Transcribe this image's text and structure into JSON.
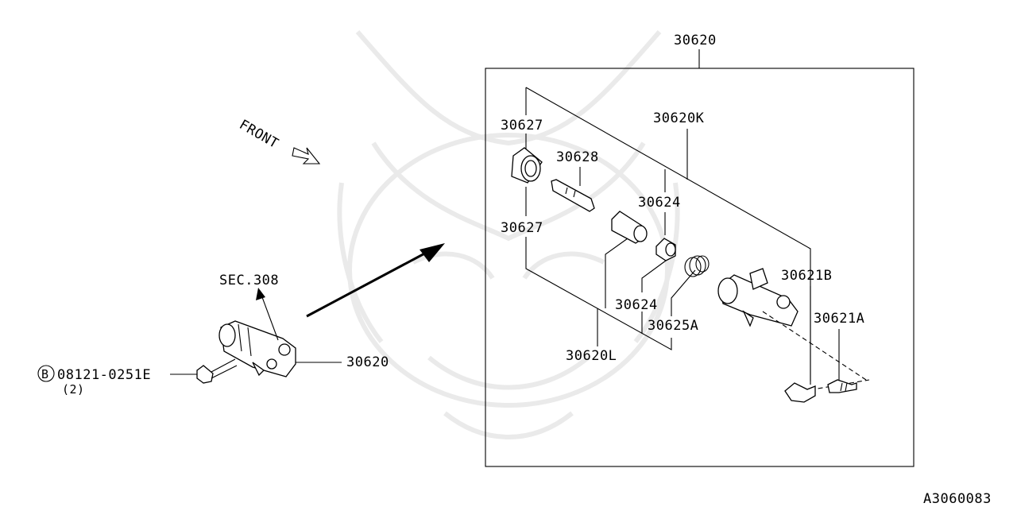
{
  "diagram": {
    "labels": {
      "kit_top": "30620",
      "boot_upper": "30627",
      "pushrod": "30628",
      "kit_k": "30620K",
      "cup_upper": "30624",
      "boot_lower": "30627",
      "bleeder_b": "30621B",
      "cup_lower": "30624",
      "spring": "30625A",
      "bleeder_a": "30621A",
      "kit_l": "30620L",
      "sec_ref": "SEC.308",
      "cylinder_left": "30620",
      "bolt_code": "08121-0251E",
      "bolt_circle": "B",
      "bolt_qty": "(2)",
      "front": "FRONT",
      "figure_id": "A3060083"
    }
  }
}
